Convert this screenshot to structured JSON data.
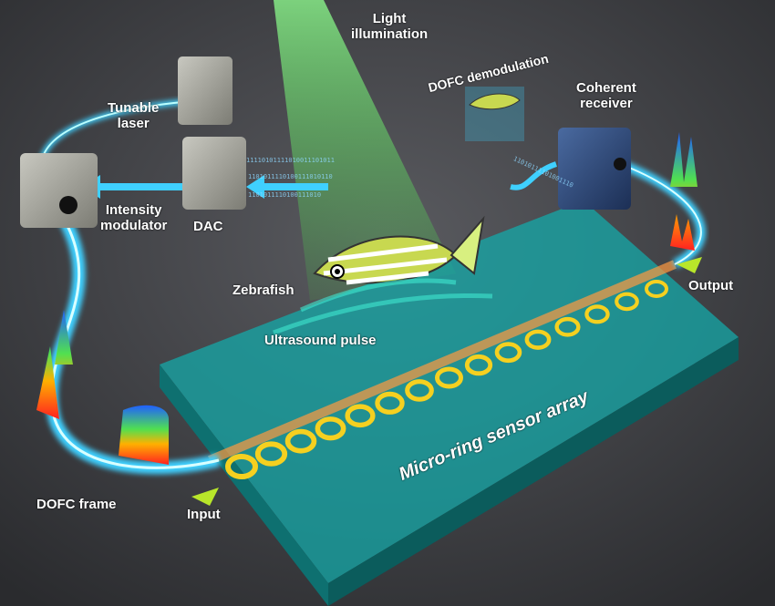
{
  "labels": {
    "light": "Light illumination",
    "light_l1": "Light",
    "light_l2": "illumination",
    "laser_l1": "Tunable",
    "laser_l2": "laser",
    "modulator_l1": "Intensity",
    "modulator_l2": "modulator",
    "dac": "DAC",
    "demod": "DOFC demodulation",
    "receiver_l1": "Coherent",
    "receiver_l2": "receiver",
    "zebrafish": "Zebrafish",
    "ultrasound": "Ultrasound pulse",
    "output": "Output",
    "input": "Input",
    "frame": "DOFC frame",
    "array": "Micro-ring sensor array"
  },
  "binary": [
    "11110101111010011101011",
    "1101011110100111010110",
    "1101011110100111010",
    "11010111101001110"
  ],
  "colors": {
    "background": "#3a3b3f",
    "fiber": "#3fd0ff",
    "beam": "#5cff5c",
    "slab": "#22c9c9",
    "ring": "#f5d020",
    "receiver": "#2d4a7a",
    "arrow": "#b8e62a"
  },
  "rings_count": 15
}
